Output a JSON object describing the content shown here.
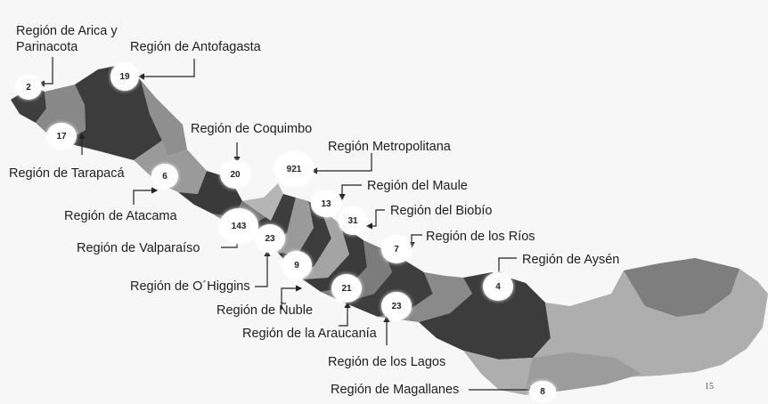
{
  "regions": [
    {
      "id": "arica",
      "label_lines": [
        "Región de Arica y",
        "Parinacota"
      ],
      "value": "2"
    },
    {
      "id": "antofagasta",
      "label_lines": [
        "Región de Antofagasta"
      ],
      "value": "19"
    },
    {
      "id": "tarapaca",
      "label_lines": [
        "Región de Tarapacá"
      ],
      "value": "17"
    },
    {
      "id": "coquimbo",
      "label_lines": [
        "Región de Coquimbo"
      ],
      "value": "20"
    },
    {
      "id": "metropolitana",
      "label_lines": [
        "Región Metropolitana"
      ],
      "value": "921"
    },
    {
      "id": "atacama",
      "label_lines": [
        "Región de Atacama"
      ],
      "value": "6"
    },
    {
      "id": "maule",
      "label_lines": [
        "Región del Maule"
      ],
      "value": "13"
    },
    {
      "id": "biobio",
      "label_lines": [
        "Región del Biobío"
      ],
      "value": "31"
    },
    {
      "id": "valparaiso",
      "label_lines": [
        "Región de Valparaíso"
      ],
      "value": "143"
    },
    {
      "id": "ohiggins",
      "label_lines": [
        "Región de O´Higgins"
      ],
      "value": "23"
    },
    {
      "id": "rios",
      "label_lines": [
        "Región de los Ríos"
      ],
      "value": "7"
    },
    {
      "id": "aysen",
      "label_lines": [
        "Región de Aysén"
      ],
      "value": "4"
    },
    {
      "id": "nuble",
      "label_lines": [
        "Región de Ñuble"
      ],
      "value": "9"
    },
    {
      "id": "araucania",
      "label_lines": [
        "Región de la Araucanía"
      ],
      "value": "21"
    },
    {
      "id": "lagos",
      "label_lines": [
        "Región de los Lagos"
      ],
      "value": "23"
    },
    {
      "id": "magallanes",
      "label_lines": [
        "Región de Magallanes"
      ],
      "value": "8"
    }
  ],
  "page_number": "15",
  "colors": {
    "dark": "#3c3c3c",
    "mid": "#7d7d7d",
    "light": "#a8a8a8",
    "lighter": "#bdbdbd",
    "background": "#f6f6f6"
  }
}
